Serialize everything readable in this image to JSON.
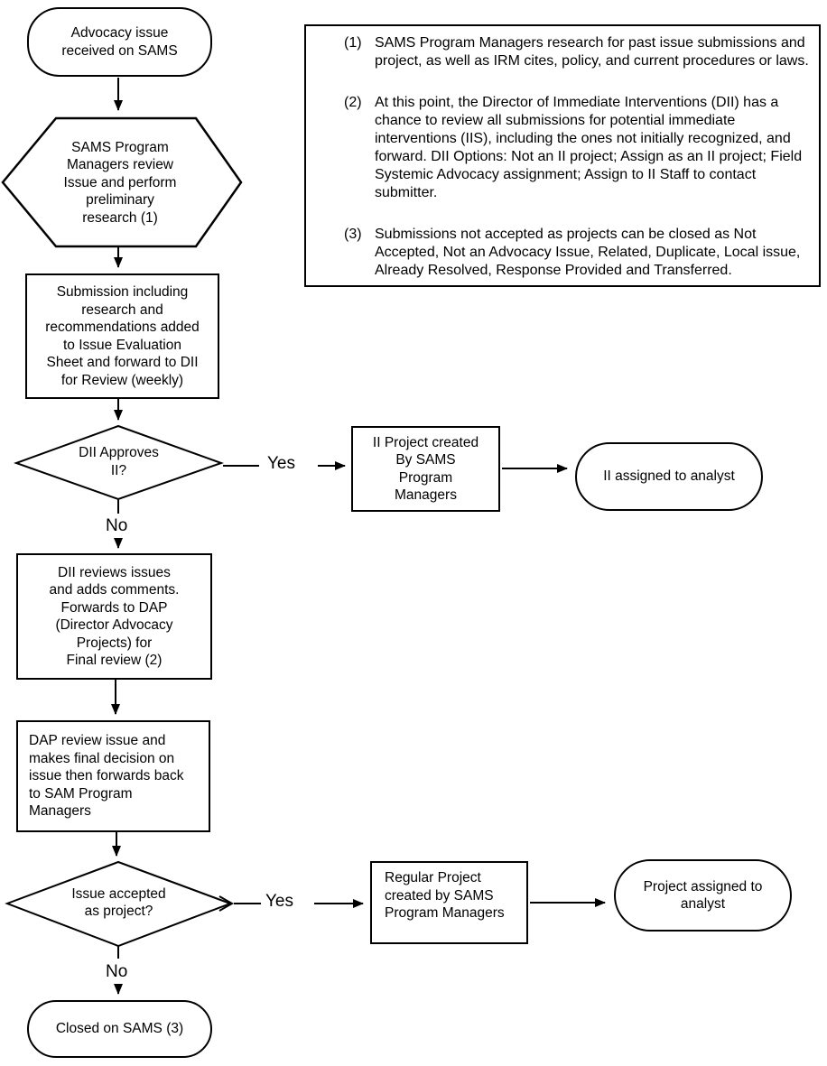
{
  "colors": {
    "ink": "#000000",
    "background": "#ffffff"
  },
  "diagram": {
    "start_oval": "Advocacy issue\nreceived on SAMS",
    "hexagon": "SAMS Program\nManagers review\nIssue and perform\npreliminary\nresearch (1)",
    "submission_rect": "Submission including\nresearch and\nrecommendations added\nto Issue Evaluation\nSheet and forward to DII\nfor Review (weekly)",
    "decision_dii": "DII Approves\nII?",
    "decision_dii_yes": "Yes",
    "decision_dii_no": "No",
    "ii_project_rect": "II Project created\nBy SAMS\nProgram\nManagers",
    "ii_assigned_oval": "II assigned to analyst",
    "dii_reviews_rect": "DII reviews issues\nand adds comments.\nForwards to DAP\n(Director Advocacy\nProjects) for\nFinal review (2)",
    "dap_review_rect": "DAP review issue and\nmakes final decision on\nissue then forwards back\nto SAM Program\nManagers",
    "decision_accept": "Issue accepted\nas project?",
    "decision_accept_yes": "Yes",
    "decision_accept_no": "No",
    "regular_project_rect": "Regular Project\ncreated by SAMS\nProgram Managers",
    "project_assigned_oval": "Project assigned to\nanalyst",
    "closed_oval": "Closed on SAMS (3)"
  },
  "notes": {
    "items": [
      {
        "num": "(1)",
        "text": "SAMS Program Managers research for past issue submissions and project, as well as IRM cites, policy, and current procedures or laws."
      },
      {
        "num": "(2)",
        "text": "At this point, the Director of Immediate Interventions (DII) has a chance to review all submissions for potential immediate interventions (IIS), including the ones not initially recognized, and forward.  DII Options:  Not an II project; Assign as an II project; Field Systemic Advocacy assignment; Assign to II Staff to contact submitter."
      },
      {
        "num": "(3)",
        "text": "Submissions not accepted as projects can be closed as Not Accepted, Not an Advocacy Issue, Related, Duplicate, Local issue, Already Resolved, Response Provided and Transferred."
      }
    ]
  }
}
